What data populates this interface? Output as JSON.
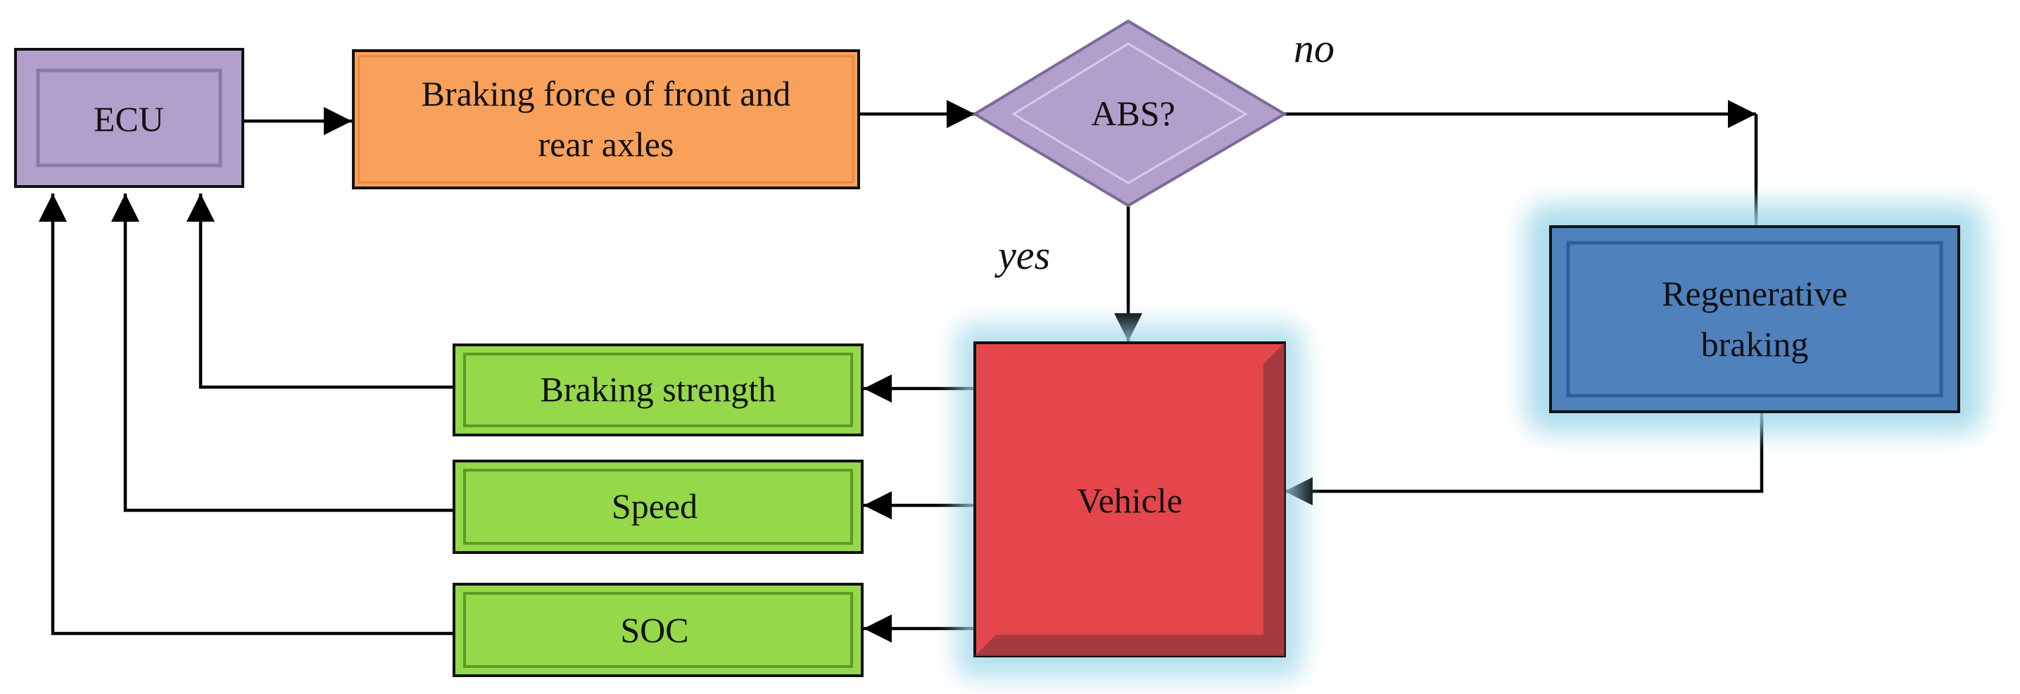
{
  "nodes": {
    "ecu": {
      "label": "ECU",
      "color": "#b39fcb"
    },
    "braking_force": {
      "line1": "Braking force of front and",
      "line2": "rear axles",
      "color": "#f9a15a"
    },
    "abs": {
      "label": "ABS?",
      "color": "#b39fcb"
    },
    "regen": {
      "line1": "Regenerative",
      "line2": "braking",
      "color": "#4f81bd"
    },
    "vehicle": {
      "label": "Vehicle",
      "color": "#e5464b"
    },
    "braking_strength": {
      "label": "Braking strength",
      "color": "#95d849"
    },
    "speed": {
      "label": "Speed",
      "color": "#95d849"
    },
    "soc": {
      "label": "SOC",
      "color": "#95d849"
    }
  },
  "edges": {
    "no_label": "no",
    "yes_label": "yes"
  }
}
